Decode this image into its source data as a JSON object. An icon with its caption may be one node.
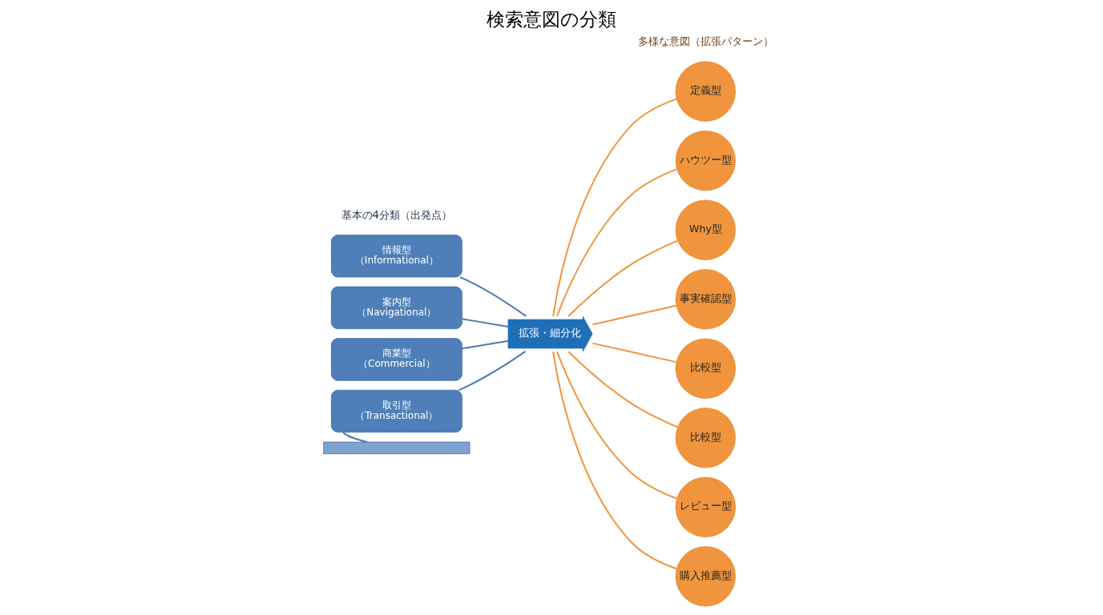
{
  "diagram": {
    "title": "検索意図の分類",
    "nodes": [
      {
        "text": [
          "情報型",
          "（Informational）"
        ]
      },
      {
        "text": [
          "案内型",
          "（Navigational）"
        ]
      },
      {
        "text": [
          "商業型",
          "（Commercial）"
        ]
      },
      {
        "text": [
          "取引型",
          "（Transactional）"
        ]
      },
      {
        "text": [],
        "shape": "bar"
      },
      {
        "text": [
          "拡張・細分化"
        ]
      },
      {
        "text": [
          "定義型"
        ]
      },
      {
        "text": [
          "ハウツー型"
        ]
      },
      {
        "text": [
          "Why型"
        ]
      },
      {
        "text": [
          "事実確認型"
        ]
      },
      {
        "text": [
          "比較型"
        ]
      },
      {
        "text": [
          "比較型"
        ]
      },
      {
        "text": [
          "レビュー型"
        ]
      },
      {
        "text": [
          "購入推薦型"
        ]
      }
    ],
    "edges": [
      {
        "from": 0,
        "to": 5,
        "arrow": "none",
        "color": "#4a78b0"
      },
      {
        "from": 1,
        "to": 5,
        "arrow": "none",
        "color": "#4a78b0"
      },
      {
        "from": 2,
        "to": 5,
        "arrow": "none",
        "color": "#4a78b0"
      },
      {
        "from": 3,
        "to": 5,
        "arrow": "none",
        "color": "#4a78b0"
      },
      {
        "from": 3,
        "to": 4,
        "arrow": "none",
        "color": "#4a78b0"
      },
      {
        "from": 5,
        "to": 6,
        "arrow": "none"
      },
      {
        "from": 5,
        "to": 7,
        "arrow": "none"
      },
      {
        "from": 5,
        "to": 8,
        "arrow": "none"
      },
      {
        "from": 5,
        "to": 9,
        "arrow": "none"
      },
      {
        "from": 5,
        "to": 10,
        "arrow": "none"
      },
      {
        "from": 5,
        "to": 11,
        "arrow": "none"
      },
      {
        "from": 5,
        "to": 12,
        "arrow": "none"
      },
      {
        "from": 5,
        "to": 13,
        "arrow": "none"
      }
    ],
    "labels": [
      "基本の4分類（出発点）",
      "多様な意図（拡張パターン）"
    ]
  }
}
